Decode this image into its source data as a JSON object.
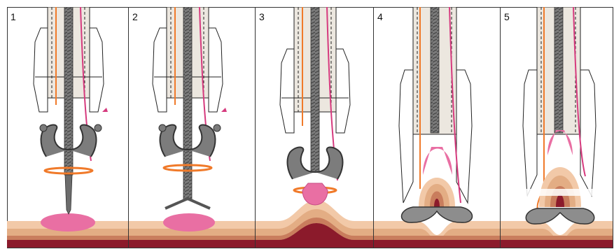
{
  "figure": {
    "steps": [
      {
        "number": "1"
      },
      {
        "number": "2"
      },
      {
        "number": "3"
      },
      {
        "number": "4"
      },
      {
        "number": "5"
      }
    ]
  },
  "colors": {
    "tissue_outer": "#f2c9a8",
    "tissue_mid": "#e3ad84",
    "tissue_inner": "#c97d5d",
    "tissue_deep": "#8b1a2b",
    "lesion": "#e96fa3",
    "instrument_metal": "#707070",
    "instrument_dark": "#4f4f4f",
    "sheath": "#ece7df",
    "wire_orange": "#f07a2a",
    "wire_magenta": "#d63a7e",
    "panel_border": "#333333"
  },
  "icons": [
    "clip-device-icon",
    "needle-icon",
    "anchor-icon"
  ]
}
